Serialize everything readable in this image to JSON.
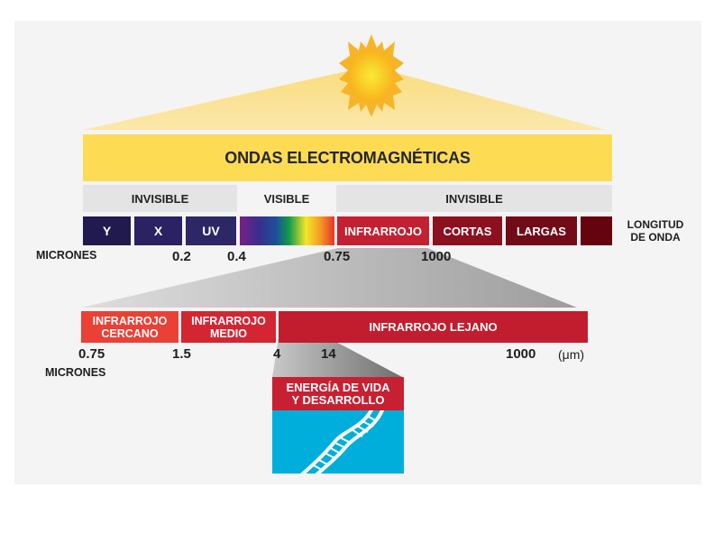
{
  "title": "ONDAS ELECTROMAGNÉTICAS",
  "sun": {
    "icon": "sun-icon",
    "core_color": "#f8c41c",
    "ray_color": "#f6b42a"
  },
  "visibility_bands": [
    {
      "label": "INVISIBLE"
    },
    {
      "label": "VISIBLE"
    },
    {
      "label": "INVISIBLE"
    }
  ],
  "spectrum": {
    "segments": [
      {
        "label": "Y",
        "color": "#211a4f"
      },
      {
        "label": "X",
        "color": "#2a2263"
      },
      {
        "label": "UV",
        "color": "#2e2766"
      },
      {
        "label": "",
        "type": "rainbow"
      },
      {
        "label": "INFRARROJO",
        "color": "#c32032"
      },
      {
        "label": "CORTAS",
        "color": "#8c1020"
      },
      {
        "label": "LARGAS",
        "color": "#730a17"
      },
      {
        "label": "",
        "color": "#65030e"
      }
    ],
    "axis_caption": "LONGITUD DE ONDA",
    "axis_caption_line1": "LONGITUD",
    "axis_caption_line2": "DE ONDA",
    "unit_label": "MICRONES",
    "ticks": [
      "0.2",
      "0.4",
      "0.75",
      "1000"
    ]
  },
  "infrared_detail": {
    "segments": [
      {
        "line1": "INFRARROJO",
        "line2": "CERCANO",
        "color": "#ea4036"
      },
      {
        "line1": "INFRARROJO",
        "line2": "MEDIO",
        "color": "#d42533"
      },
      {
        "line1": "INFRARROJO LEJANO",
        "line2": "",
        "color": "#c11d2f"
      }
    ],
    "ticks": [
      "0.75",
      "1.5",
      "4",
      "14",
      "1000"
    ],
    "unit_symbol": "(μm)",
    "unit_label": "MICRONES"
  },
  "life_energy": {
    "line1": "ENERGÍA DE VIDA",
    "line2": "Y DESARROLLO",
    "header_color": "#c82033",
    "image_color": "#00aedb",
    "icon": "dna-icon"
  },
  "colors": {
    "panel_bg": "#f4f4f4",
    "title_band": "#fddc54",
    "light_cone": "#fbe6a0",
    "gray_band": "#e4e4e4"
  }
}
